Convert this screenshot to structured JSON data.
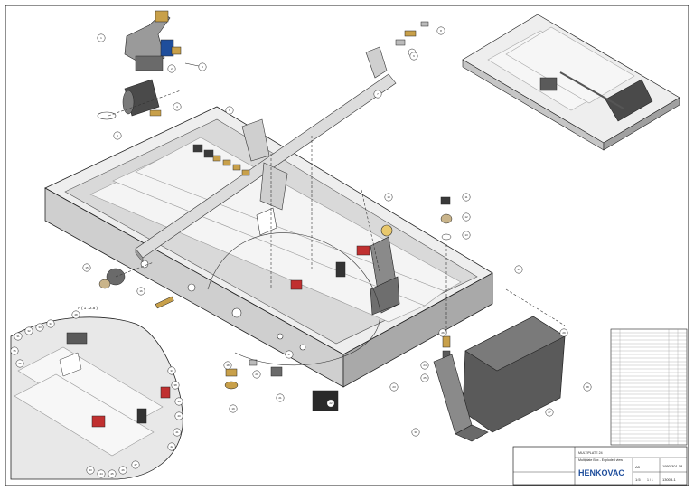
{
  "drawing": {
    "title_line_1": "MULTIPLATE 24",
    "title_line_2": "Multiplate Box - Exploded view",
    "drawing_number": "1950.301 18",
    "revision": "A3",
    "sheet": "1 / 1",
    "scale": "1:5",
    "part_code": "13003-1",
    "company": "HENKOVAC",
    "detail_label": "A ( 1 : 2.5 )"
  },
  "balloons": {
    "main": [
      "1",
      "2",
      "3",
      "4",
      "5",
      "6",
      "7",
      "8",
      "9",
      "10",
      "11",
      "12",
      "13",
      "14",
      "15",
      "16",
      "17",
      "18",
      "19",
      "20",
      "21",
      "22",
      "23",
      "24",
      "25",
      "26",
      "27",
      "28",
      "29",
      "30"
    ],
    "detail": [
      "31",
      "32",
      "33",
      "34",
      "35",
      "36",
      "37",
      "38",
      "39",
      "40",
      "41",
      "42",
      "43",
      "44",
      "45",
      "46",
      "47",
      "48"
    ]
  },
  "colors": {
    "line": "#1a1a1a",
    "frame_light": "#e6e6e6",
    "frame_mid": "#c8c8c8",
    "frame_dark": "#8a8a8a",
    "brass": "#c8a04a",
    "red": "#c03030",
    "tank": "#5a5a5a",
    "brand_blue": "#1f4e9c"
  }
}
